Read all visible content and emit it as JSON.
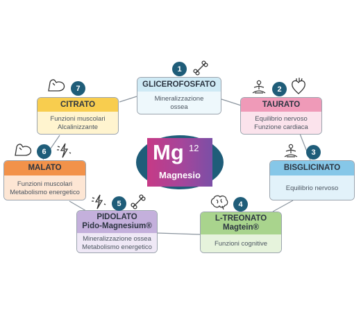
{
  "center": {
    "symbol": "Mg",
    "number": "12",
    "name": "Magnesio"
  },
  "nodes": [
    {
      "number": "1",
      "title": "GLICEROFOSFATO",
      "subtitle": "",
      "lines": [
        "Mineralizzazione",
        "ossea"
      ],
      "head_color": "#cfeaf5",
      "body_color": "#eef8fc",
      "icons": [
        "bone-icon"
      ]
    },
    {
      "number": "2",
      "title": "TAURATO",
      "subtitle": "",
      "lines": [
        "Equilibrio nervoso",
        "Funzione cardiaca"
      ],
      "head_color": "#ef9ab8",
      "body_color": "#fbe3ec",
      "icons": [
        "meditation-icon",
        "heart-icon"
      ]
    },
    {
      "number": "3",
      "title": "BISGLICINATO",
      "subtitle": "",
      "lines": [
        "Equilibrio nervoso"
      ],
      "head_color": "#86c7e8",
      "body_color": "#e2f2fa",
      "icons": [
        "meditation-icon"
      ]
    },
    {
      "number": "4",
      "title": "L-TREONATO",
      "subtitle": "Magtein®",
      "lines": [
        "Funzioni cognitive"
      ],
      "head_color": "#a9d48d",
      "body_color": "#e6f3dc",
      "icons": [
        "brain-icon"
      ]
    },
    {
      "number": "5",
      "title": "PIDOLATO",
      "subtitle": "Pido-Magnesium®",
      "lines": [
        "Mineralizzazione ossea",
        "Metabolismo energetico"
      ],
      "head_color": "#c4b0dc",
      "body_color": "#efe8f6",
      "icons": [
        "lightning-icon",
        "bone-icon"
      ]
    },
    {
      "number": "6",
      "title": "MALATO",
      "subtitle": "",
      "lines": [
        "Funzioni muscolari",
        "Metabolismo energetico"
      ],
      "head_color": "#f2924a",
      "body_color": "#fde6d4",
      "icons": [
        "muscle-icon",
        "lightning-icon"
      ]
    },
    {
      "number": "7",
      "title": "CITRATO",
      "subtitle": "",
      "lines": [
        "Funzioni muscolari",
        "Alcalinizzante"
      ],
      "head_color": "#f8cd4e",
      "body_color": "#fff4cf",
      "icons": [
        "muscle-icon"
      ]
    }
  ]
}
